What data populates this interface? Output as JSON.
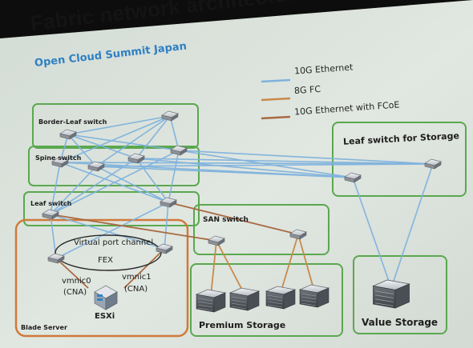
{
  "header": {
    "event_title": "Open Cloud Summit Japan",
    "slide_title": "Fabric network architecture with FCoE"
  },
  "legend": [
    {
      "label": "10G Ethernet",
      "color": "#7fb2dd"
    },
    {
      "label": "8G FC",
      "color": "#c98a4a"
    },
    {
      "label": "10G Ethernet  with FCoE",
      "color": "#a86a43"
    }
  ],
  "groups": {
    "border_leaf": "Border-Leaf switch",
    "spine": "Spine switch",
    "leaf": "Leaf switch",
    "leaf_storage": "Leaf switch for Storage",
    "san": "SAN switch",
    "blade": "Blade Server",
    "premium_storage": "Premium Storage",
    "value_storage": "Value Storage"
  },
  "blade_labels": {
    "vpc": "Virtual port channel",
    "fex": "FEX",
    "vmnic0": "vmnic0",
    "vmnic0_sub": "(CNA)",
    "vmnic1": "vmnic1",
    "vmnic1_sub": "(CNA)",
    "esxi": "ESXi"
  },
  "colors": {
    "group_border": "#5aa84f",
    "blade_border": "#cf7a3c",
    "slide_background": "#dfe6df",
    "device_body": "#8d9196",
    "device_top": "#e7eaed"
  }
}
